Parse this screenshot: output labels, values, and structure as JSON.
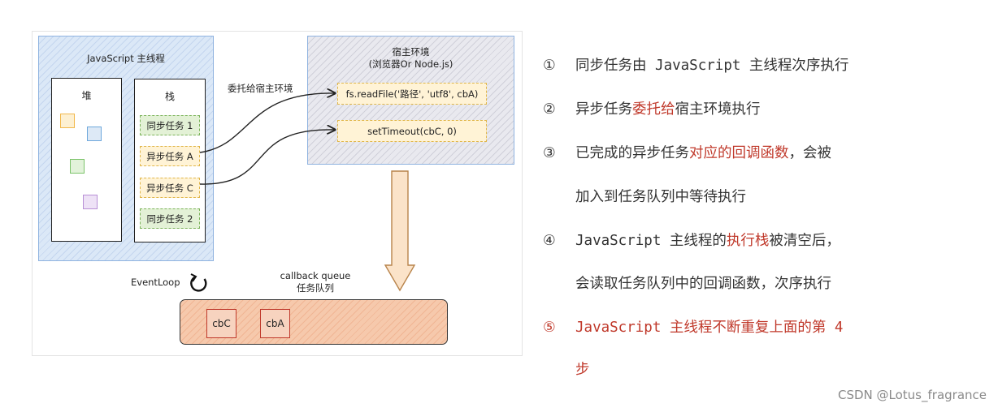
{
  "diagram": {
    "main_thread_title": "JavaScript 主线程",
    "heap_label": "堆",
    "stack_label": "栈",
    "stack_tasks": [
      "同步任务 1",
      "异步任务 A",
      "异步任务 C",
      "同步任务 2"
    ],
    "delegate_label": "委托给宿主环境",
    "host_title_line1": "宿主环境",
    "host_title_line2": "(浏览器Or Node.js)",
    "host_apis": [
      "fs.readFile('路径', 'utf8', cbA)",
      "setTimeout(cbC, 0)"
    ],
    "eventloop_label": "EventLoop",
    "queue_title_line1": "callback queue",
    "queue_title_line2": "任务队列",
    "queue_items": [
      "cbC",
      "cbA"
    ],
    "heap_object_colors": [
      "#f2b84b",
      "#6fa8dc",
      "#7cc36b",
      "#b88fd6"
    ]
  },
  "steps": [
    {
      "num": "①",
      "text": "同步任务由 JavaScript 主线程次序执行"
    },
    {
      "num": "②",
      "pre": "异步任务",
      "red": "委托给",
      "post": "宿主环境执行"
    },
    {
      "num": "③",
      "pre": "已完成的异步任务",
      "red": "对应的回调函数",
      "post": "，会被",
      "line2": "加入到任务队列中等待执行"
    },
    {
      "num": "④",
      "pre": "JavaScript 主线程的",
      "red": "执行栈",
      "post": "被清空后，",
      "line2": "会读取任务队列中的回调函数，次序执行"
    },
    {
      "num": "⑤",
      "text": "JavaScript 主线程不断重复上面的第 4",
      "line2": "步"
    }
  ],
  "watermark": "CSDN @Lotus_fragrance",
  "colors": {
    "accent_red": "#c0392b",
    "main_blue": "#8fb3e0",
    "queue_orange": "#f6c9ac"
  }
}
